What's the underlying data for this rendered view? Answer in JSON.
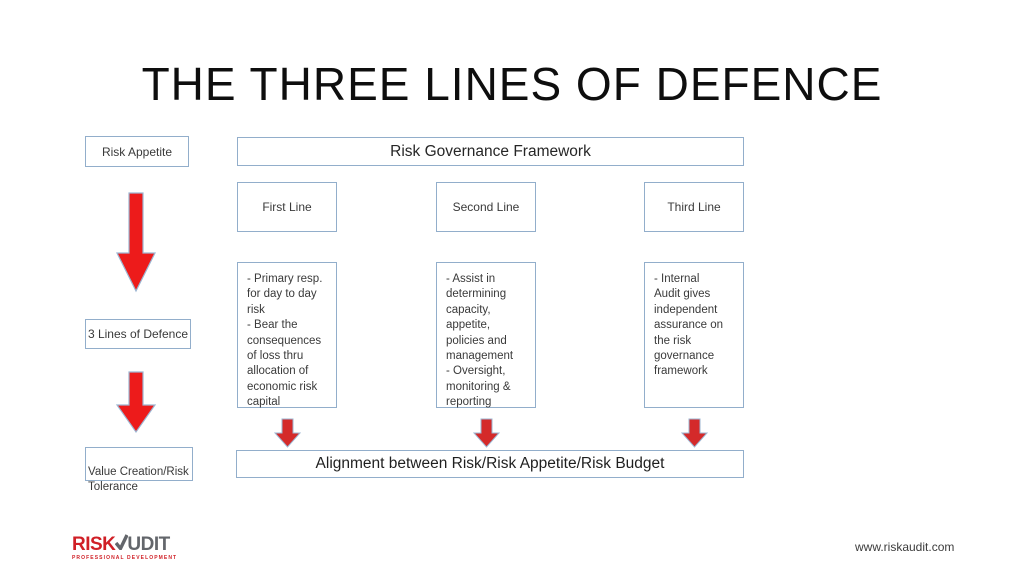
{
  "slide": {
    "title": "THE THREE LINES OF DEFENCE",
    "left_flow": {
      "box1": "Risk Appetite",
      "box2": "3 Lines of Defence",
      "box3": "Value Creation/Risk\nTolerance"
    },
    "framework": {
      "header": "Risk Governance Framework",
      "columns": [
        {
          "title": "First Line",
          "details": "- Primary resp.\nfor day to day\nrisk\n- Bear the\nconsequences\nof loss thru\nallocation of\neconomic risk\ncapital"
        },
        {
          "title": "Second Line",
          "details": "- Assist in\ndetermining\ncapacity,\nappetite,\npolicies and\nmanagement\n- Oversight,\nmonitoring  &\nreporting"
        },
        {
          "title": "Third Line",
          "details": "- Internal\nAudit gives\nindependent\nassurance on\nthe risk\ngovernance\nframework"
        }
      ],
      "footer_bar": "Alignment between Risk/Risk Appetite/Risk Budget"
    },
    "branding": {
      "logo_primary": "RISK",
      "logo_a_icon": "check-a-icon",
      "logo_secondary": "UDIT",
      "tagline": "PROFESSIONAL DEVELOPMENT",
      "website": "www.riskaudit.com"
    },
    "icons": {
      "down_arrows": "red-down-arrow"
    },
    "colors": {
      "arrow_red_large": "#ed1b1b",
      "arrow_red_small": "#d42a2a",
      "box_border_blue": "#92aecb",
      "logo_red": "#d01f26",
      "logo_gray": "#63666b",
      "text_dark": "#3a3a3a",
      "background": "#ffffff"
    }
  }
}
